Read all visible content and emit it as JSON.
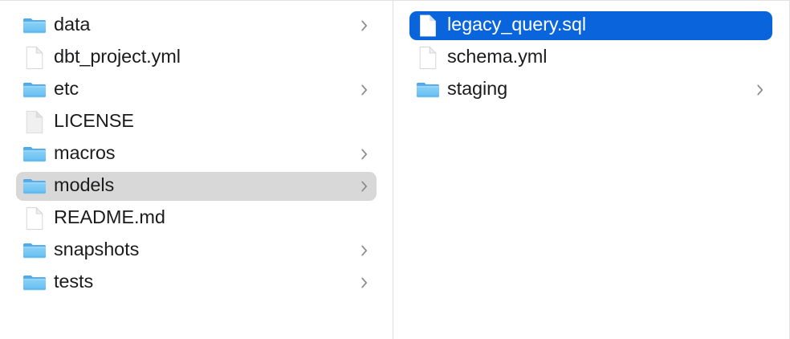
{
  "window": {
    "view_mode": "column-view",
    "accent_color": "#0a65dd",
    "selection_gray": "#d8d8d8",
    "background": "#ffffff",
    "divider_color": "#dcdcde",
    "text_color": "#1c1c1e",
    "chevron_color": "#8a8a8e"
  },
  "columns": [
    {
      "name": "parent-column",
      "items": [
        {
          "label": "data",
          "kind": "folder",
          "icon": "folder-icon",
          "has_chevron": true,
          "selected": false,
          "selection": "none"
        },
        {
          "label": "dbt_project.yml",
          "kind": "file",
          "icon": "document-icon",
          "has_chevron": false,
          "selected": false,
          "selection": "none"
        },
        {
          "label": "etc",
          "kind": "folder",
          "icon": "folder-icon",
          "has_chevron": true,
          "selected": false,
          "selection": "none"
        },
        {
          "label": "LICENSE",
          "kind": "generic-file",
          "icon": "generic-document-icon",
          "has_chevron": false,
          "selected": false,
          "selection": "none"
        },
        {
          "label": "macros",
          "kind": "folder",
          "icon": "folder-icon",
          "has_chevron": true,
          "selected": false,
          "selection": "none"
        },
        {
          "label": "models",
          "kind": "folder",
          "icon": "folder-icon",
          "has_chevron": true,
          "selected": true,
          "selection": "gray"
        },
        {
          "label": "README.md",
          "kind": "file",
          "icon": "document-icon",
          "has_chevron": false,
          "selected": false,
          "selection": "none"
        },
        {
          "label": "snapshots",
          "kind": "folder",
          "icon": "folder-icon",
          "has_chevron": true,
          "selected": false,
          "selection": "none"
        },
        {
          "label": "tests",
          "kind": "folder",
          "icon": "folder-icon",
          "has_chevron": true,
          "selected": false,
          "selection": "none"
        }
      ]
    },
    {
      "name": "child-column",
      "items": [
        {
          "label": "legacy_query.sql",
          "kind": "file",
          "icon": "document-icon",
          "has_chevron": false,
          "selected": true,
          "selection": "blue"
        },
        {
          "label": "schema.yml",
          "kind": "file",
          "icon": "document-icon",
          "has_chevron": false,
          "selected": false,
          "selection": "none"
        },
        {
          "label": "staging",
          "kind": "folder",
          "icon": "folder-icon",
          "has_chevron": true,
          "selected": false,
          "selection": "none"
        }
      ]
    }
  ]
}
